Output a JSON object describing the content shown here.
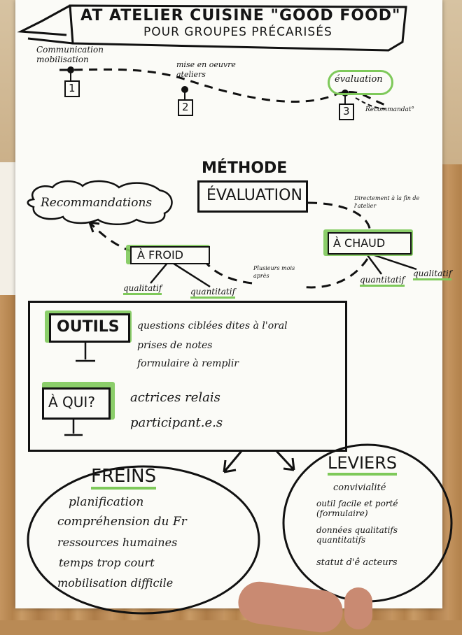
{
  "banner": {
    "title_line1": "AT ATELIER CUISINE \"GOOD FOOD\"",
    "title_line2": "POUR GROUPES PRÉCARISÉS"
  },
  "timeline": {
    "steps": [
      {
        "number": "1",
        "label": "Communication mobilisation"
      },
      {
        "number": "2",
        "label": "mise en oeuvre ateliers"
      },
      {
        "number": "3",
        "label": "évaluation"
      }
    ],
    "arrow_label": "Recommandat°"
  },
  "methode": {
    "heading": "MÉTHODE",
    "center": "ÉVALUATION",
    "recommendations": "Recommandations",
    "a_froid": "À FROID",
    "a_chaud": "À CHAUD",
    "directement": "Directement à la fin de l'atelier",
    "plusieurs": "Plusieurs mois après",
    "froid_children": [
      "qualitatif",
      "quantitatif"
    ],
    "chaud_children": [
      "quantitatif",
      "qualitatif"
    ]
  },
  "tools": {
    "outils_label": "OUTILS",
    "outils_items": [
      "questions ciblées dites à l'oral",
      "prises de notes",
      "formulaire à remplir"
    ],
    "aqui_label": "À QUI?",
    "aqui_items": [
      "actrices relais",
      "participant.e.s"
    ]
  },
  "freins": {
    "title": "FREINS",
    "items": [
      "planification",
      "compréhension du Fr",
      "ressources humaines",
      "temps trop court",
      "mobilisation difficile"
    ]
  },
  "leviers": {
    "title": "LEVIERS",
    "items": [
      "convivialité",
      "outil facile et porté (formulaire)",
      "données qualitatifs quantitatifs",
      "statut d'ê acteurs"
    ]
  },
  "colors": {
    "highlight": "#7ec95a",
    "ink": "#151515",
    "paper": "#fbfbf7"
  }
}
